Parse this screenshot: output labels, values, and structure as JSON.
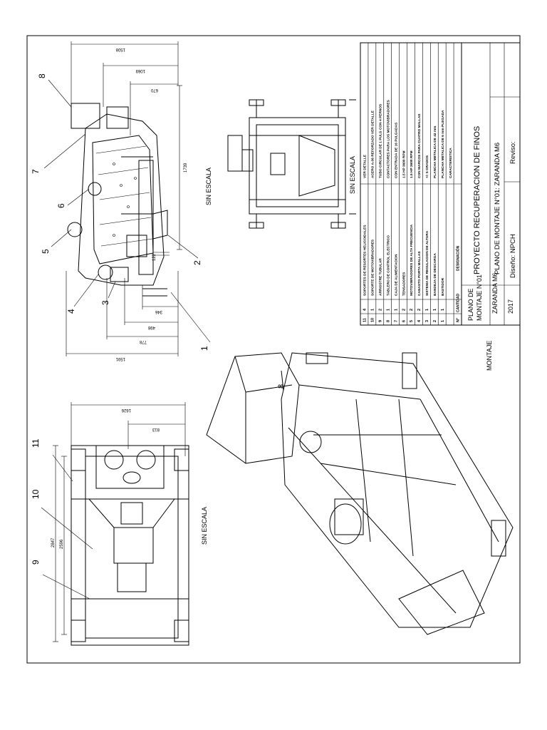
{
  "callouts": [
    "1",
    "2",
    "3",
    "4",
    "5",
    "6",
    "7",
    "8",
    "9",
    "10",
    "11"
  ],
  "dimensions": {
    "side": [
      "1508",
      "1069",
      "670",
      "1739",
      "122",
      "346",
      "498",
      "778",
      "1591"
    ],
    "front": [
      "1626",
      "813",
      "2847",
      "2596"
    ]
  },
  "scale_labels": {
    "side": "SIN ESCALA",
    "end": "SIN ESCALA",
    "front": "SIN ESCALA"
  },
  "iso_label": "MONTAJE",
  "bom": {
    "header": {
      "num": "N°",
      "qty": "CANTIDAD",
      "desc": "DESIGNACIÓN",
      "spec": ""
    },
    "rows": [
      {
        "num": "11",
        "qty": "4",
        "desc": "SOPORTES DE RESORTES HELICOIDALES",
        "spec": "VER DETALLE"
      },
      {
        "num": "10",
        "qty": "1",
        "desc": "SOPORTE DE MOTOVIBRADORES",
        "spec": "ACERO A-36 REFORZADO VER DETALLE"
      },
      {
        "num": "9",
        "qty": "2",
        "desc": "ARRIOSTRE TUBULAR",
        "spec": "TUBO CIRCULAR DE 1 PULG CON 4 PERNOS"
      },
      {
        "num": "8",
        "qty": "1",
        "desc": "TABLERO DE CONTROL ELECTRICO",
        "spec": "CONTACTORES PARA LOS MOTOVIBRADORES"
      },
      {
        "num": "7",
        "qty": "1",
        "desc": "CAJA DE ALIMENTACION",
        "spec": "CON ENTRADA DE 16 PULGADAS"
      },
      {
        "num": "6",
        "qty": "2",
        "desc": "TENSADORES",
        "spec": "1.5 HP 3600 RPM"
      },
      {
        "num": "5",
        "qty": "2",
        "desc": "MOTOVIBRADORES DE ALTA FRECUENCIA",
        "spec": "1.5 HP 3600 RPM"
      },
      {
        "num": "4",
        "qty": "2",
        "desc": "CANASTO PORTA MALLAS",
        "spec": "CON MARCOS PARA CUATRO MALLAS"
      },
      {
        "num": "3",
        "qty": "1",
        "desc": "SISTEMA DE REGULACION DE ALTURA",
        "spec": "+/- 5 GRADOS"
      },
      {
        "num": "2",
        "qty": "1",
        "desc": "BANDEJA DE DESCARGA",
        "spec": "PLANCHA METALICA DE 42 mm"
      },
      {
        "num": "1",
        "qty": "1",
        "desc": "BASTIDOR",
        "spec": "PLANCHA METALICA DE 6 mm PLEGADA"
      },
      {
        "num": "",
        "qty": "",
        "desc": "",
        "spec": "CARACTERISTICA"
      }
    ]
  },
  "title_block": {
    "plan_name_line1": "PLANO DE",
    "plan_name_line2": "MONTAJE N°01",
    "machine": "ZARANDA M6",
    "year": "2017",
    "project": "PROYECTO RECUPERACION DE FINOS",
    "plan_full": "PLANO DE MONTAJE N°01: ZARANDA M6",
    "design": "Diseño: NPCH",
    "review": "Reviso:"
  }
}
